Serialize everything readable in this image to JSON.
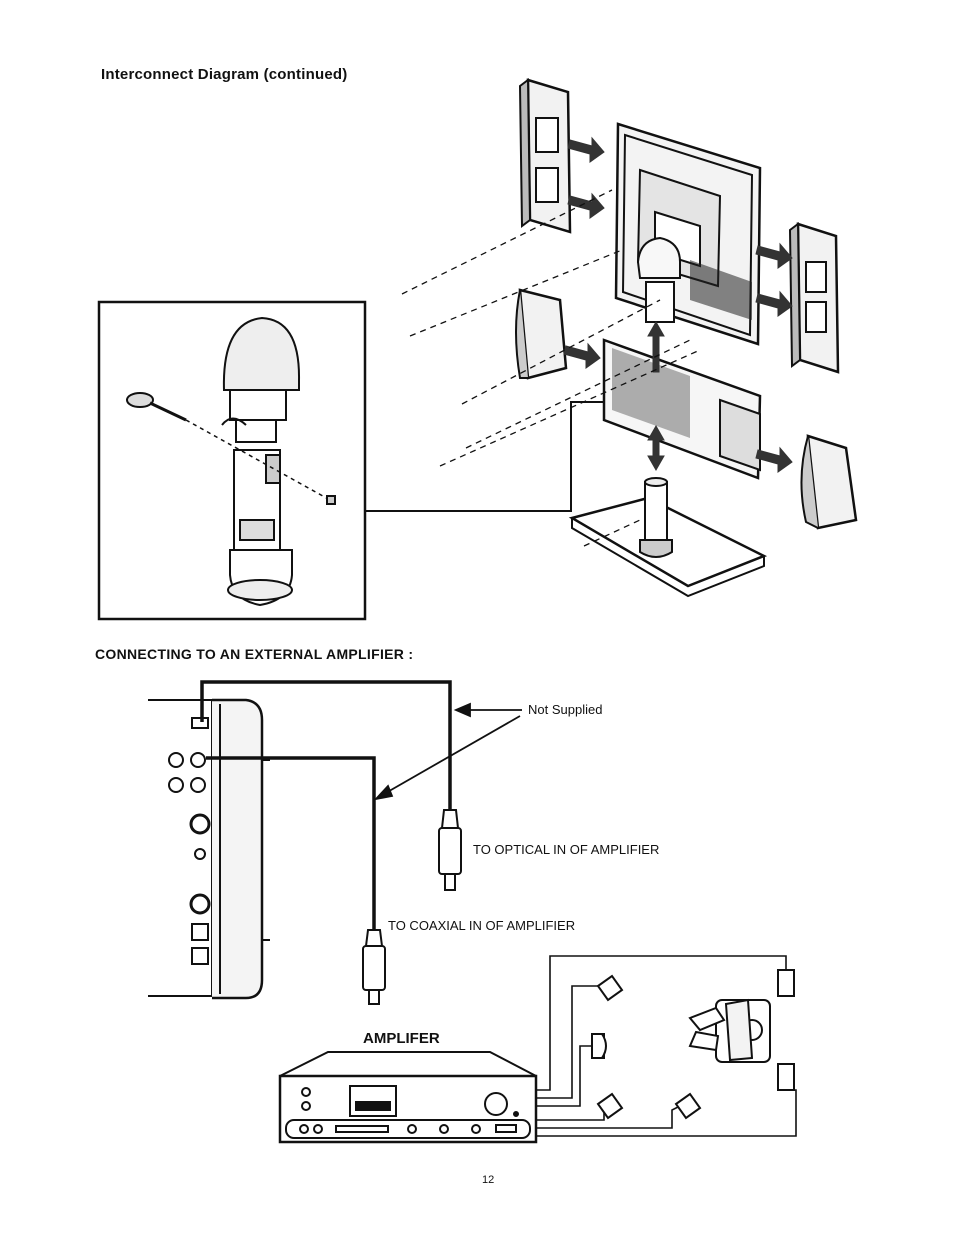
{
  "page": {
    "title": "Interconnect Diagram (continued)",
    "section_title": "CONNECTING TO AN EXTERNAL AMPLIFIER :",
    "page_number": "12"
  },
  "amp_diagram": {
    "not_supplied": "Not Supplied",
    "optical_label": "TO OPTICAL IN OF AMPLIFIER",
    "coaxial_label": "TO COAXIAL IN OF AMPLIFIER",
    "amplifier_label": "AMPLIFER"
  }
}
